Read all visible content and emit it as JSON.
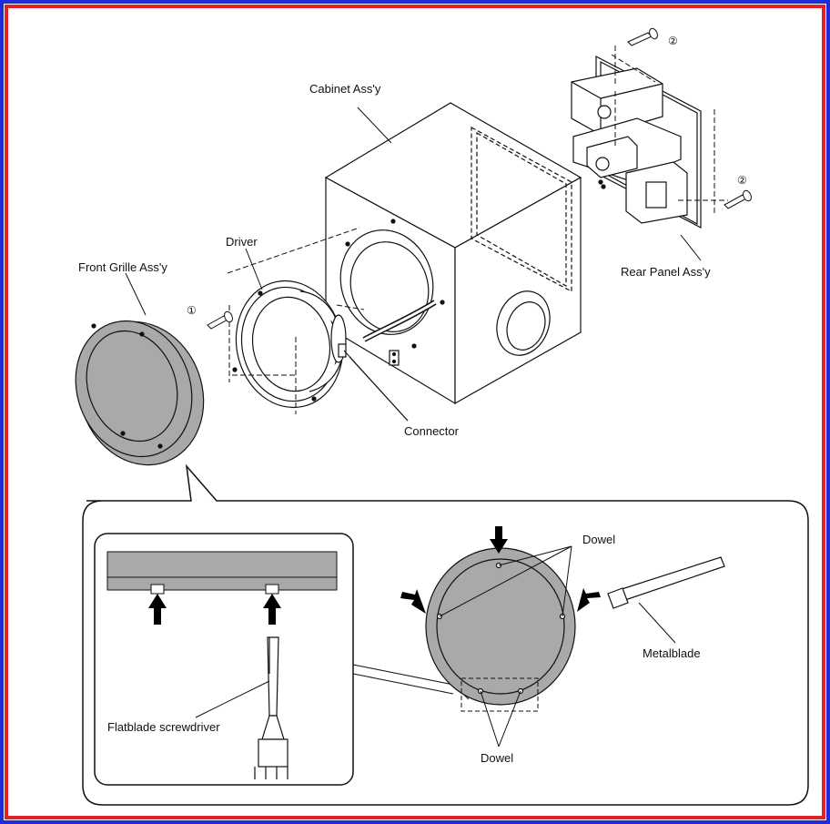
{
  "frame": {
    "outer_border_color": "#1f2bd6",
    "inner_border_color": "#e0202a",
    "background": "#ffffff"
  },
  "labels": {
    "cabinet": "Cabinet Ass'y",
    "rear_panel": "Rear Panel Ass'y",
    "driver": "Driver",
    "front_grille": "Front Grille Ass'y",
    "connector": "Connector",
    "dowel_top": "Dowel",
    "dowel_bottom": "Dowel",
    "metalblade": "Metalblade",
    "flatblade": "Flatblade screwdriver"
  },
  "screw_numbers": {
    "screw_1": "①",
    "screw_2_top": "②",
    "screw_2_side": "②"
  },
  "colors": {
    "grille_fill": "#a9a9a9",
    "line": "#111111",
    "arrow": "#000000"
  }
}
